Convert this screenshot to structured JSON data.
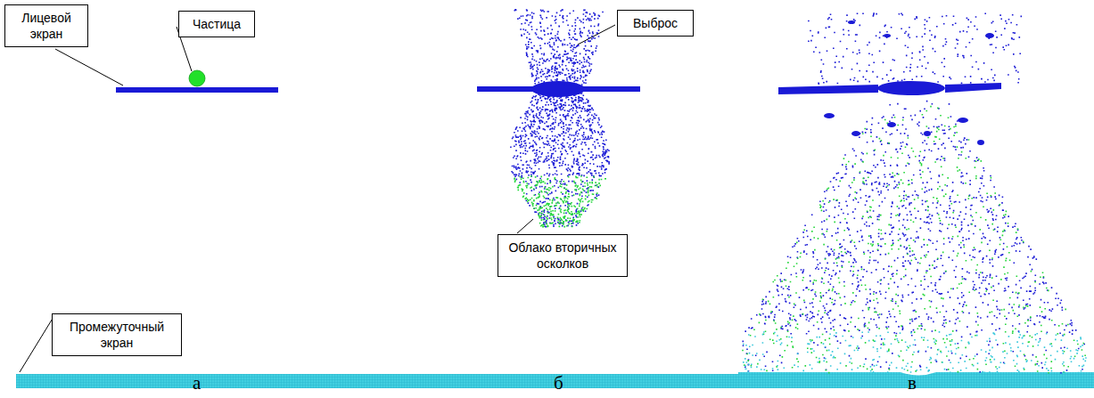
{
  "diagram": {
    "nodes": [
      {
        "text": [
          "Лицевой экран"
        ]
      },
      {
        "text": [
          "Частица"
        ]
      },
      {
        "text": [
          "Выброс"
        ]
      },
      {
        "text": [
          "Облако вторичных осколков"
        ]
      },
      {
        "text": [
          "Промежуточный экран"
        ]
      }
    ],
    "labels": [
      "а",
      "б",
      "в"
    ]
  }
}
